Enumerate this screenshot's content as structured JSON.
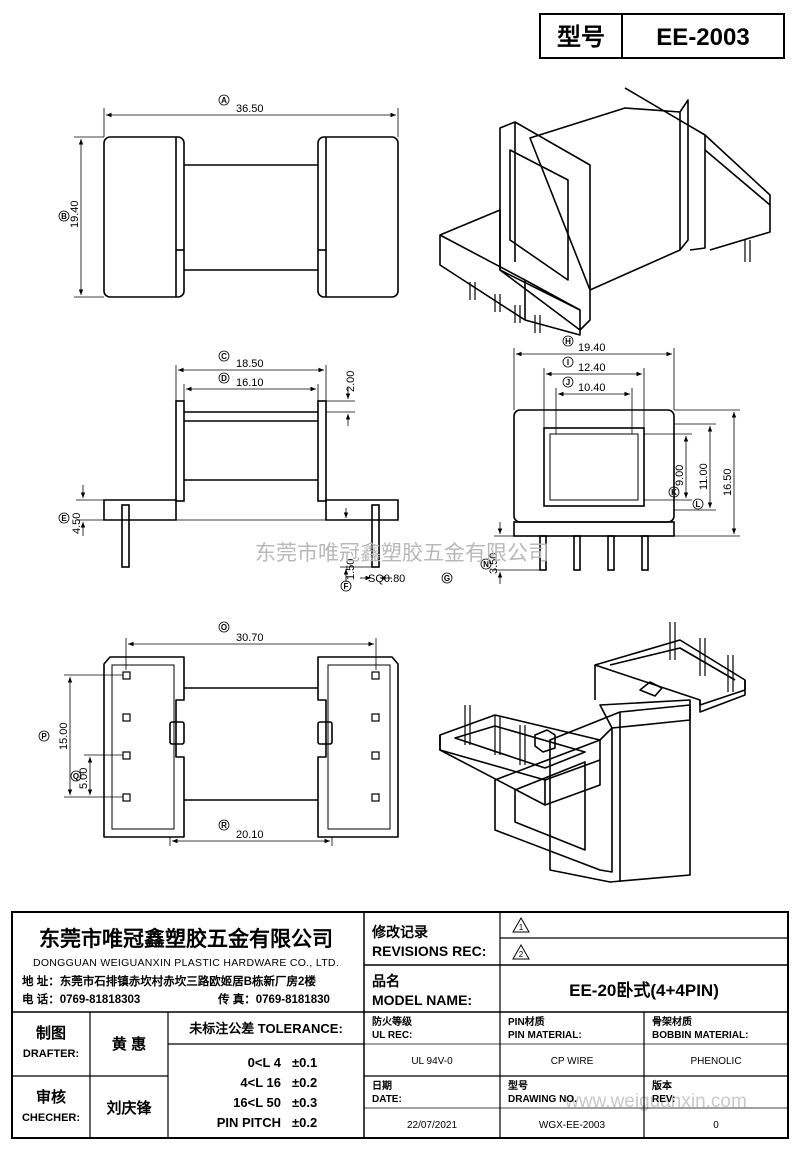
{
  "header": {
    "model_label": "型号",
    "model_value": "EE-2003"
  },
  "watermark": {
    "center": "东莞市唯冠鑫塑胶五金有限公司",
    "bottom": "www.weiguanxin.com"
  },
  "dims": {
    "top": {
      "a_label": "A",
      "a_val": "36.50",
      "b_label": "B",
      "b_val": "19.40"
    },
    "front": {
      "c_label": "C",
      "c_val": "18.50",
      "d_label": "D",
      "d_val": "16.10",
      "top_val": "2.00",
      "e_label": "E",
      "e_val": "4.50",
      "f_label": "F",
      "f_val": "1.50",
      "sq_val": "SQ0.80",
      "g_label": "G"
    },
    "side": {
      "h_label": "H",
      "h_val": "19.40",
      "i_label": "I",
      "i_val": "12.40",
      "j_label": "J",
      "j_val": "10.40",
      "k_label": "K",
      "k_val": "9.00",
      "l_label": "L",
      "l_val": "11.00",
      "m_val": "16.50",
      "n_label": "N",
      "n_val": "3.50"
    },
    "bottom": {
      "o_label": "O",
      "o_val": "30.70",
      "p_label": "P",
      "p_val": "15.00",
      "q_label": "Q",
      "q_val": "5.00",
      "r_label": "R",
      "r_val": "20.10"
    }
  },
  "title_block": {
    "company_cn": "东莞市唯冠鑫塑胶五金有限公司",
    "company_en": "DONGGUAN WEIGUANXIN PLASTIC HARDWARE CO., LTD.",
    "address": "地  址：东莞市石排镇赤坎村赤坎三路欧姬居B栋新厂房2楼",
    "phone": "电  话：0769-81818303",
    "fax": "传  真：0769-8181830",
    "rev_cn": "修改记录",
    "rev_en": "REVISIONS REC:",
    "rev_symbol": "1",
    "rev_symbol2": "2",
    "model_cn": "品名",
    "model_en": "MODEL NAME:",
    "model_value": "EE-20卧式(4+4PIN)",
    "drafter_cn": "制图",
    "drafter_en": "DRAFTER:",
    "drafter_name": "黄  惠",
    "checker_cn": "审核",
    "checker_en": "CHECHER:",
    "checker_name": "刘庆锋",
    "tol_title": "未标注公差 TOLERANCE:",
    "tolerances": [
      {
        "range": "0<L  4",
        "value": "±0.1"
      },
      {
        "range": "4<L  16",
        "value": "±0.2"
      },
      {
        "range": "16<L  50",
        "value": "±0.3"
      },
      {
        "range": "PIN PITCH",
        "value": "±0.2"
      }
    ],
    "ul_cn": "防火等级",
    "ul_en": "UL REC:",
    "ul_value": "UL 94V-0",
    "pin_cn": "PIN材质",
    "pin_en": "PIN MATERIAL:",
    "pin_value": "CP WIRE",
    "bobbin_cn": "骨架材质",
    "bobbin_en": "BOBBIN MATERIAL:",
    "bobbin_value": "PHENOLIC",
    "date_cn": "日期",
    "date_en": "DATE:",
    "date_value": "22/07/2021",
    "drawing_cn": "型号",
    "drawing_en": "DRAWING NO.",
    "drawing_value": "WGX-EE-2003",
    "rev_no_cn": "版本",
    "rev_no_en": "REV:",
    "rev_no_value": "0"
  }
}
